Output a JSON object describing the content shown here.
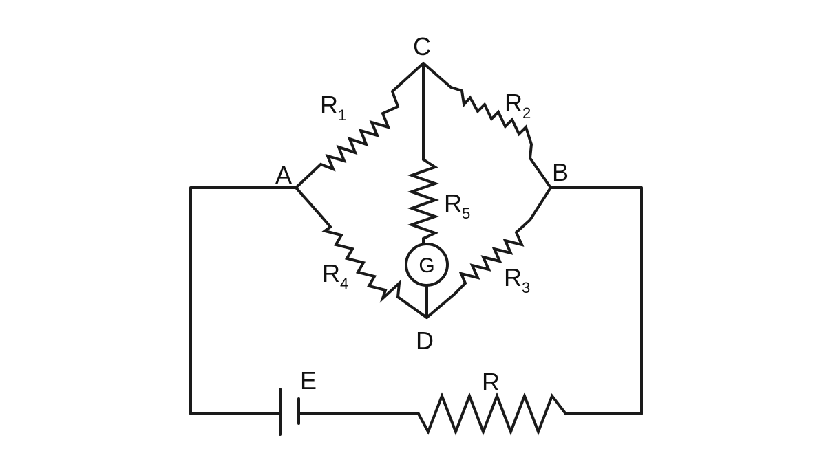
{
  "nodes": {
    "a": "A",
    "b": "B",
    "c": "C",
    "d": "D"
  },
  "resistors": {
    "r1": {
      "main": "R",
      "sub": "1"
    },
    "r2": {
      "main": "R",
      "sub": "2"
    },
    "r3": {
      "main": "R",
      "sub": "3"
    },
    "r4": {
      "main": "R",
      "sub": "4"
    },
    "r5": {
      "main": "R",
      "sub": "5"
    },
    "r": {
      "main": "R"
    }
  },
  "galvanometer": "G",
  "battery": "E",
  "colors": {
    "line": "#1a1a1a",
    "background": "#ffffff"
  }
}
